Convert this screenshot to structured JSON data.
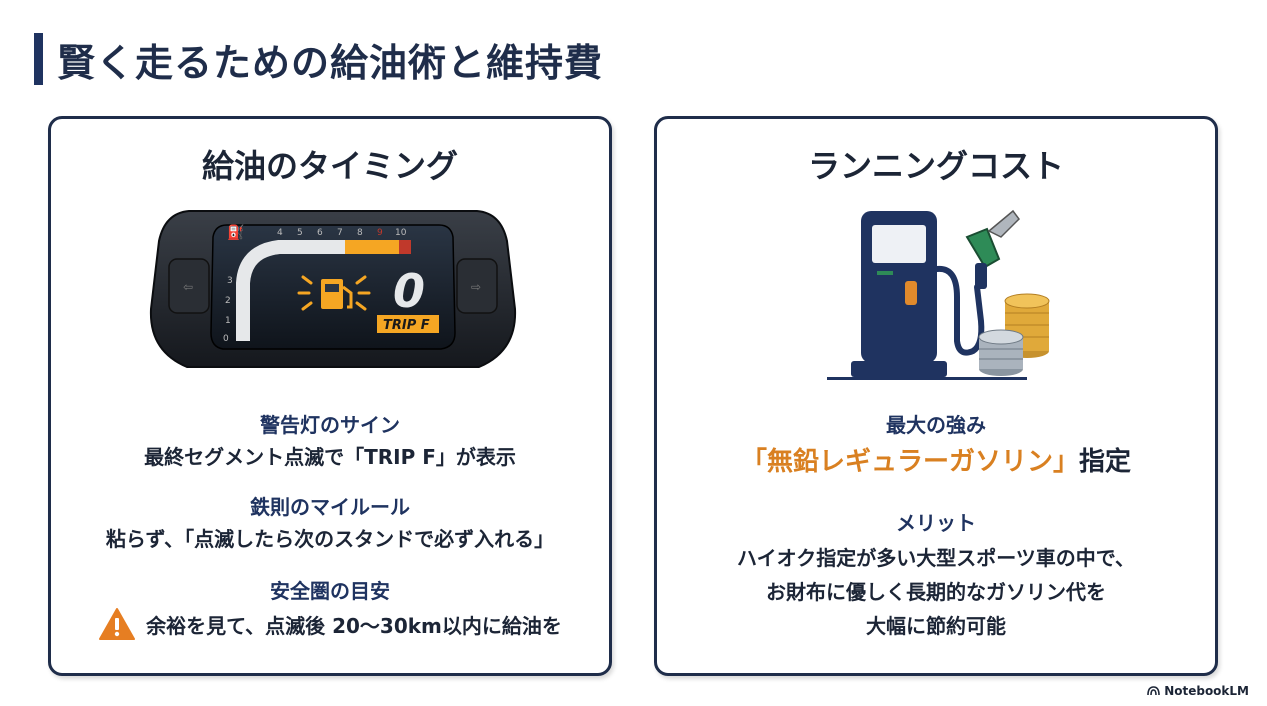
{
  "header": {
    "title": "賢く走るための給油術と維持費"
  },
  "left_card": {
    "title": "給油のタイミング",
    "meter": {
      "scale_labels": [
        "0",
        "1",
        "2",
        "3",
        "4",
        "5",
        "6",
        "7",
        "8",
        "9",
        "10"
      ],
      "digit": "0",
      "trip_label": "TRIP F"
    },
    "sections": [
      {
        "heading": "警告灯のサイン",
        "text": "最終セグメント点滅で「TRIP F」が表示"
      },
      {
        "heading": "鉄則のマイルール",
        "text": "粘らず、「点滅したら次のスタンドで必ず入れる」"
      },
      {
        "heading": "安全圏の目安",
        "text": "余裕を見て、点滅後 20〜30km以内に給油を"
      }
    ],
    "warning_icon": "warning-triangle-icon"
  },
  "right_card": {
    "title": "ランニングコスト",
    "strength_heading": "最大の強み",
    "strength_highlight": "「無鉛レギュラーガソリン」",
    "strength_suffix": "指定",
    "merit_heading": "メリット",
    "merit_lines": [
      "ハイオク指定が多い大型スポーツ車の中で、",
      "お財布に優しく長期的なガソリン代を",
      "大幅に節約可能"
    ]
  },
  "footer": {
    "brand": "NotebookLM"
  },
  "colors": {
    "navy": "#1f3360",
    "accent": "#d98021",
    "meter_amber": "#f5a623"
  }
}
